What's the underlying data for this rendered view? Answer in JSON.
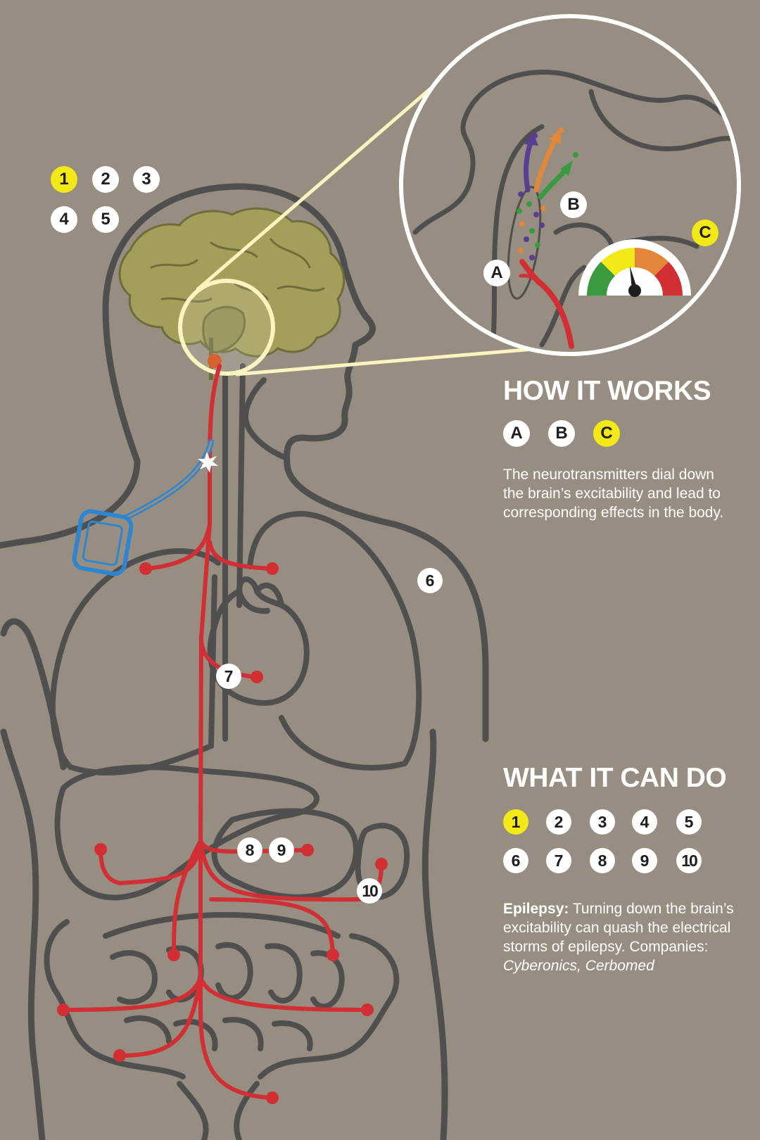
{
  "colors": {
    "background": "#978d81",
    "outline": "#4f4f4f",
    "nerve": "#d12f34",
    "brain": "#a39f5b",
    "implant": "#2d86cf",
    "badge_active": "#f3e918",
    "badge": "#ffffff",
    "gauge": [
      "#3a9a3f",
      "#f3e918",
      "#e2873a",
      "#d12f34"
    ],
    "neurotransmitters": [
      "#5b3d92",
      "#e2873a",
      "#3a9a3f"
    ]
  },
  "nav_badges": [
    {
      "label": "1",
      "active": true
    },
    {
      "label": "2",
      "active": false
    },
    {
      "label": "3",
      "active": false
    },
    {
      "label": "4",
      "active": false
    },
    {
      "label": "5",
      "active": false
    }
  ],
  "zoom_badges": [
    {
      "label": "A",
      "active": false
    },
    {
      "label": "B",
      "active": false
    },
    {
      "label": "C",
      "active": true
    }
  ],
  "body_badges": [
    "6",
    "7",
    "8",
    "9",
    "10"
  ],
  "how_it_works": {
    "heading": "HOW IT WORKS",
    "steps": [
      {
        "label": "A",
        "active": false
      },
      {
        "label": "B",
        "active": false
      },
      {
        "label": "C",
        "active": true
      }
    ],
    "text": "The neurotransmitters dial down the brain’s excitability and lead to corresponding effects in the body."
  },
  "what_it_can_do": {
    "heading": "WHAT IT CAN DO",
    "items": [
      {
        "label": "1",
        "active": true
      },
      {
        "label": "2",
        "active": false
      },
      {
        "label": "3",
        "active": false
      },
      {
        "label": "4",
        "active": false
      },
      {
        "label": "5",
        "active": false
      },
      {
        "label": "6",
        "active": false
      },
      {
        "label": "7",
        "active": false
      },
      {
        "label": "8",
        "active": false
      },
      {
        "label": "9",
        "active": false
      },
      {
        "label": "10",
        "active": false
      }
    ],
    "condition_title": "Epilepsy:",
    "condition_text": " Turning down the brain’s excitability can quash the electrical storms of epilepsy. ",
    "companies_label": "Companies: ",
    "companies": "Cyberonics, Cerbomed"
  },
  "icons": [
    "brain-icon",
    "heart-icon",
    "implant-device-icon",
    "stimulation-spark-icon",
    "excitability-gauge-icon"
  ]
}
